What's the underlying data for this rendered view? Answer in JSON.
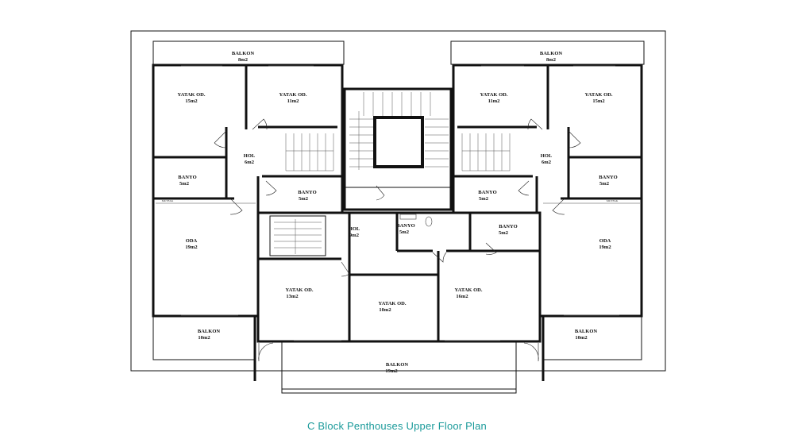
{
  "caption": "C Block Penthouses Upper Floor Plan",
  "caption_color": "#1a9a9a",
  "line_color": "#111111",
  "rooms": {
    "balkon_tl": {
      "name": "BALKON",
      "area": "8m2"
    },
    "balkon_tr": {
      "name": "BALKON",
      "area": "8m2"
    },
    "yatak_tl_a": {
      "name": "YATAK OD.",
      "area": "15m2"
    },
    "yatak_tl_b": {
      "name": "YATAK OD.",
      "area": "11m2"
    },
    "yatak_tr_a": {
      "name": "YATAK OD.",
      "area": "11m2"
    },
    "yatak_tr_b": {
      "name": "YATAK OD.",
      "area": "15m2"
    },
    "hol_l": {
      "name": "HOL",
      "area": "6m2"
    },
    "hol_r": {
      "name": "HOL",
      "area": "6m2"
    },
    "banyo_l_out": {
      "name": "BANYO",
      "area": "5m2"
    },
    "banyo_l_in": {
      "name": "BANYO",
      "area": "5m2"
    },
    "banyo_r_in": {
      "name": "BANYO",
      "area": "5m2"
    },
    "banyo_r_out": {
      "name": "BANYO",
      "area": "5m2"
    },
    "mutfak_l": {
      "name": "MUTFAK"
    },
    "mutfak_r": {
      "name": "MUTFAK"
    },
    "oda_l": {
      "name": "ODA",
      "area": "19m2"
    },
    "oda_r": {
      "name": "ODA",
      "area": "19m2"
    },
    "hol_c": {
      "name": "HOL",
      "area": "9m2"
    },
    "banyo_c1": {
      "name": "BANYO",
      "area": "5m2"
    },
    "banyo_c2": {
      "name": "BANYO",
      "area": "5m2"
    },
    "yatak_c_l": {
      "name": "YATAK OD.",
      "area": "13m2"
    },
    "yatak_c_m": {
      "name": "YATAK OD.",
      "area": "10m2"
    },
    "yatak_c_r": {
      "name": "YATAK OD.",
      "area": "16m2"
    },
    "balkon_bl": {
      "name": "BALKON",
      "area": "10m2"
    },
    "balkon_br": {
      "name": "BALKON",
      "area": "10m2"
    },
    "balkon_c": {
      "name": "BALKON",
      "area": "19m2"
    }
  }
}
